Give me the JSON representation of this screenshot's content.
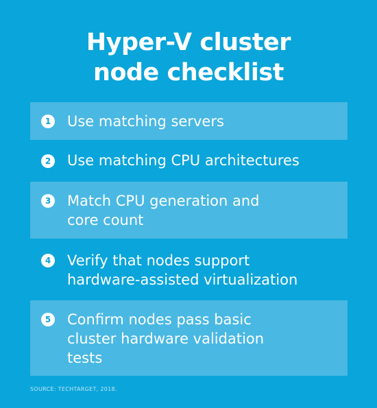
{
  "title": {
    "line1": "Hyper-V cluster",
    "line2": "node checklist"
  },
  "items": [
    {
      "number": "1",
      "line1": "Use matching servers",
      "line2": "",
      "line3": ""
    },
    {
      "number": "2",
      "line1": "Use matching CPU architectures",
      "line2": "",
      "line3": ""
    },
    {
      "number": "3",
      "line1": "Match CPU generation and",
      "line2": "core count",
      "line3": ""
    },
    {
      "number": "4",
      "line1": "Verify that nodes support",
      "line2": "hardware-assisted virtualization",
      "line3": ""
    },
    {
      "number": "5",
      "line1": "Confirm nodes pass basic",
      "line2": "cluster hardware validation",
      "line3": "tests"
    }
  ],
  "source": "SOURCE: TECHTARGET, 2018.",
  "colors": {
    "background": "#0aa5da",
    "shaded_row": "#49b8e3",
    "text": "#ffffff"
  }
}
